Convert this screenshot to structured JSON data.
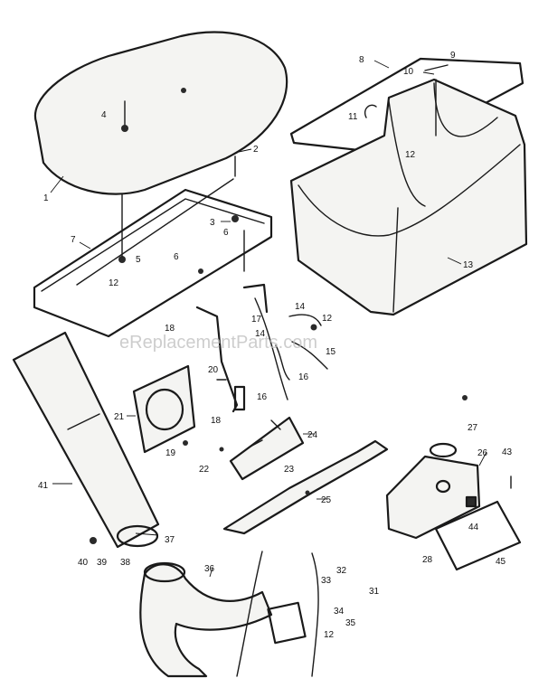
{
  "watermark": "eReplacementParts.com",
  "labels": {
    "l1": "1",
    "l2": "2",
    "l3": "3",
    "l4": "4",
    "l5": "5",
    "l6": "6",
    "l6b": "6",
    "l7": "7",
    "l8": "8",
    "l9": "9",
    "l10": "10",
    "l11": "11",
    "l12a": "12",
    "l12b": "12",
    "l12c": "12",
    "l12d": "12",
    "l13": "13",
    "l14a": "14",
    "l14b": "14",
    "l15": "15",
    "l16a": "16",
    "l16b": "16",
    "l17": "17",
    "l18a": "18",
    "l18b": "18",
    "l19": "19",
    "l20": "20",
    "l21": "21",
    "l22": "22",
    "l23": "23",
    "l24": "24",
    "l25": "25",
    "l26": "26",
    "l27": "27",
    "l28": "28",
    "l31": "31",
    "l32": "32",
    "l33": "33",
    "l34": "34",
    "l35": "35",
    "l36": "36",
    "l37": "37",
    "l38": "38",
    "l39": "39",
    "l40": "40",
    "l41": "41",
    "l43": "43",
    "l44": "44",
    "l45": "45"
  }
}
